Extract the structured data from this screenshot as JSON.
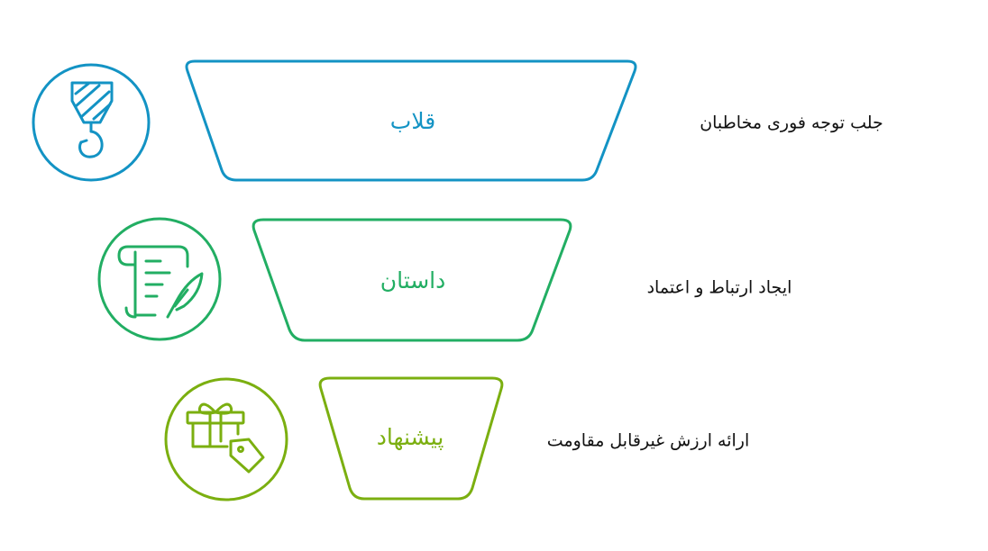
{
  "stages": [
    {
      "title": "قلاب",
      "description": "جلب توجه فوری مخاطبان",
      "color": "#1393C4",
      "icon": "crane-hook-icon"
    },
    {
      "title": "داستان",
      "description": "ایجاد ارتباط و اعتماد",
      "color": "#22AE63",
      "icon": "scroll-quill-icon"
    },
    {
      "title": "پیشنهاد",
      "description": "ارائه ارزش غیرقابل مقاومت",
      "color": "#7BAF10",
      "icon": "gift-tag-icon"
    }
  ]
}
